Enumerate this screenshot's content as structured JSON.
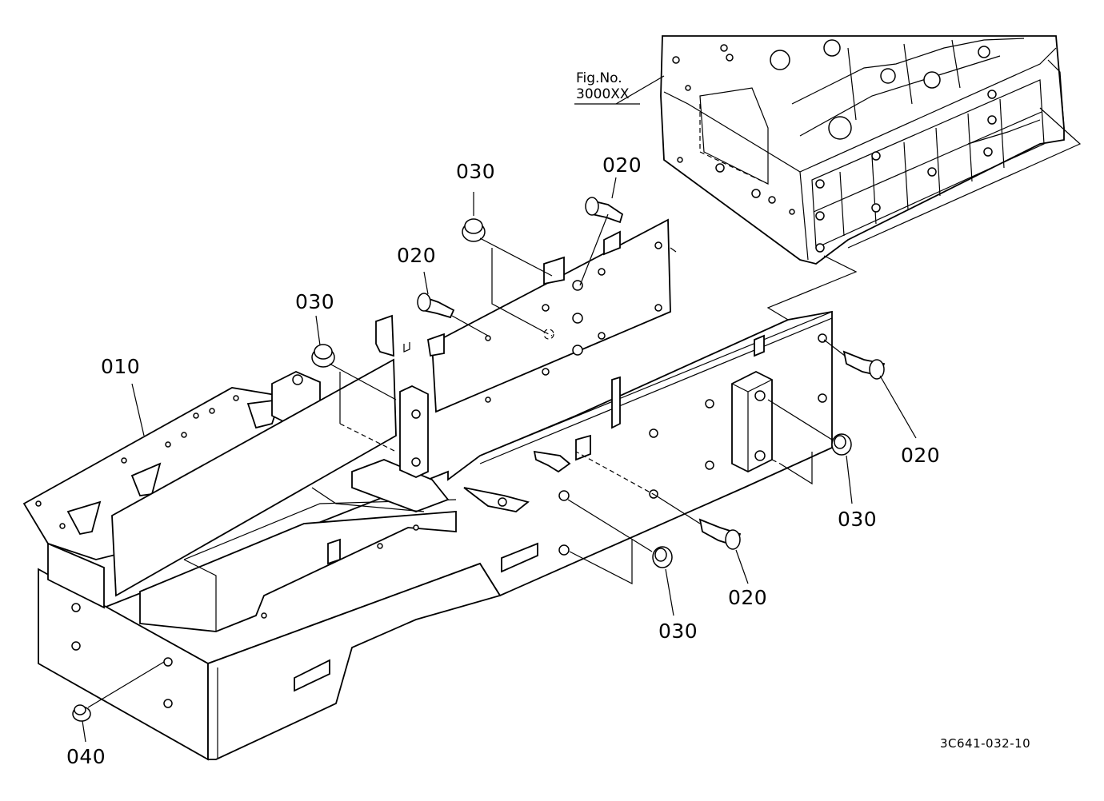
{
  "diagram": {
    "fig_ref": {
      "line1": "Fig.No.",
      "line2": "3000XX"
    },
    "drawing_code": "3C641-032-10",
    "callouts": [
      {
        "id": "010",
        "label": "010"
      },
      {
        "id": "020a",
        "label": "020"
      },
      {
        "id": "020b",
        "label": "020"
      },
      {
        "id": "020c",
        "label": "020"
      },
      {
        "id": "020d",
        "label": "020"
      },
      {
        "id": "030a",
        "label": "030"
      },
      {
        "id": "030b",
        "label": "030"
      },
      {
        "id": "030c",
        "label": "030"
      },
      {
        "id": "030d",
        "label": "030"
      },
      {
        "id": "040",
        "label": "040"
      }
    ]
  }
}
